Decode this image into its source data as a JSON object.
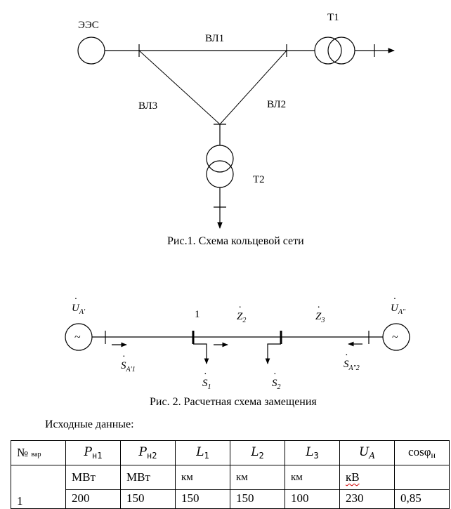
{
  "figure1": {
    "labels": {
      "source": "ЭЭС",
      "t1": "Т1",
      "t2": "Т2",
      "line1": "ВЛ1",
      "line2": "ВЛ2",
      "line3": "ВЛ3"
    },
    "caption": "Рис.1. Схема кольцевой сети"
  },
  "figure2": {
    "node1_label": "1",
    "u_left": {
      "symbol": "U",
      "sub": "A'"
    },
    "u_right": {
      "symbol": "U",
      "sub": "A\""
    },
    "z2": {
      "symbol": "Z",
      "sub": "2"
    },
    "z3": {
      "symbol": "Z",
      "sub": "3"
    },
    "s_left": {
      "symbol": "S",
      "sub": "A'1"
    },
    "s_right": {
      "symbol": "S",
      "sub": "A\"2"
    },
    "s1": {
      "symbol": "S",
      "sub": "1"
    },
    "s2": {
      "symbol": "S",
      "sub": "2"
    },
    "generator_glyph": "~",
    "caption": "Рис. 2. Расчетная схема замещения"
  },
  "source_data_heading": "Исходные данные:",
  "table": {
    "headers": [
      {
        "main": "№",
        "sub": "вар"
      },
      {
        "symbol": "P",
        "sub": "н1"
      },
      {
        "symbol": "P",
        "sub": "н2"
      },
      {
        "symbol": "L",
        "sub": "1"
      },
      {
        "symbol": "L",
        "sub": "2"
      },
      {
        "symbol": "L",
        "sub": "3"
      },
      {
        "symbol": "U",
        "sub": "A"
      },
      {
        "symbol": "cosφ",
        "sub": "н"
      }
    ],
    "units": [
      "МВт",
      "МВт",
      "км",
      "км",
      "км",
      "кВ",
      ""
    ],
    "variant": "1",
    "values": [
      "200",
      "150",
      "150",
      "150",
      "100",
      "230",
      "0,85"
    ]
  }
}
